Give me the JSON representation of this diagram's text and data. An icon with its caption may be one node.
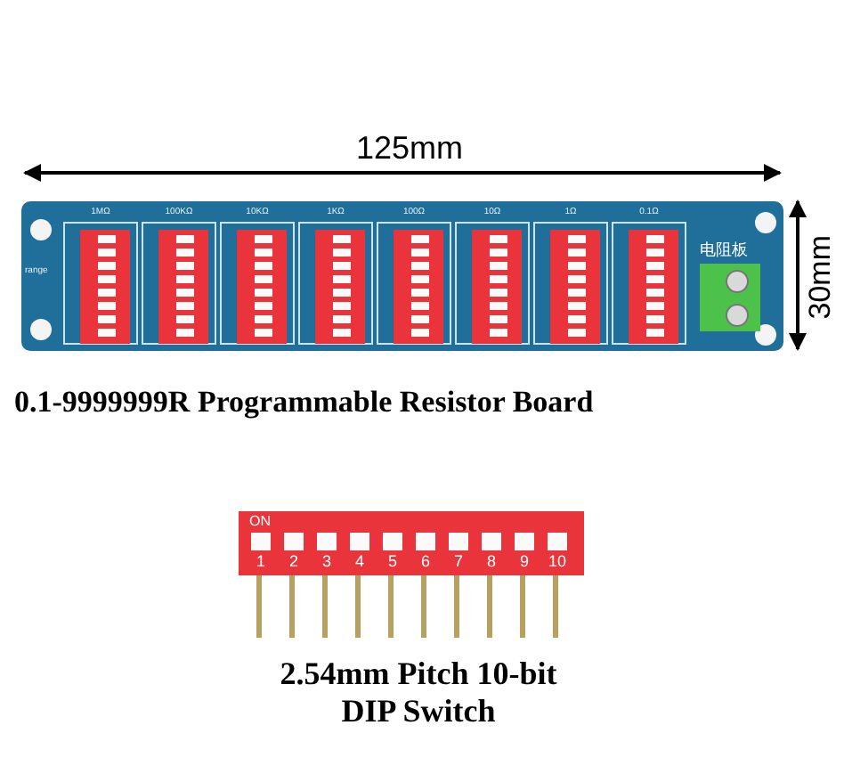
{
  "diagram": {
    "labels": [
      "125mm",
      "1MΩ",
      "100KΩ",
      "10KΩ",
      "1KΩ",
      "100Ω",
      "10Ω",
      "1Ω",
      "0.1Ω",
      "range",
      "电阻板",
      "30mm",
      "0.1-9999999R Programmable Resistor Board",
      "ON",
      "1",
      "2",
      "3",
      "4",
      "5",
      "6",
      "7",
      "8",
      "9",
      "10",
      "2.54mm Pitch 10-bit DIP Switch"
    ]
  }
}
